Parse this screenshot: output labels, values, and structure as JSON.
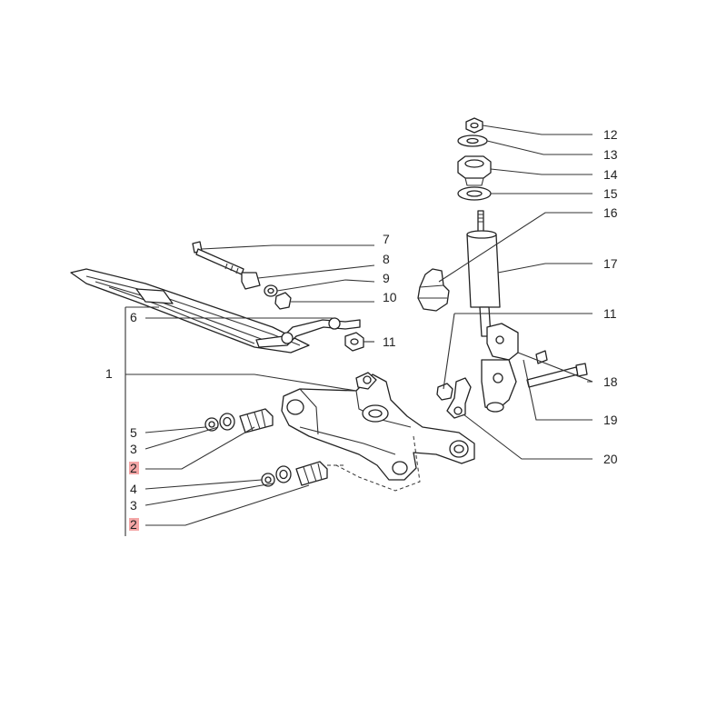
{
  "callouts": {
    "c1": "1",
    "c2a": "2",
    "c2b": "2",
    "c3a": "3",
    "c3b": "3",
    "c4": "4",
    "c5": "5",
    "c6": "6",
    "c7": "7",
    "c8": "8",
    "c9": "9",
    "c10": "10",
    "c11a": "11",
    "c11b": "11",
    "c12": "12",
    "c13": "13",
    "c14": "14",
    "c15": "15",
    "c16": "16",
    "c17": "17",
    "c18": "18",
    "c19": "19",
    "c20": "20"
  },
  "highlighted": [
    "c2a",
    "c2b"
  ],
  "colors": {
    "line": "#222222",
    "highlight": "#f4a6a6"
  }
}
